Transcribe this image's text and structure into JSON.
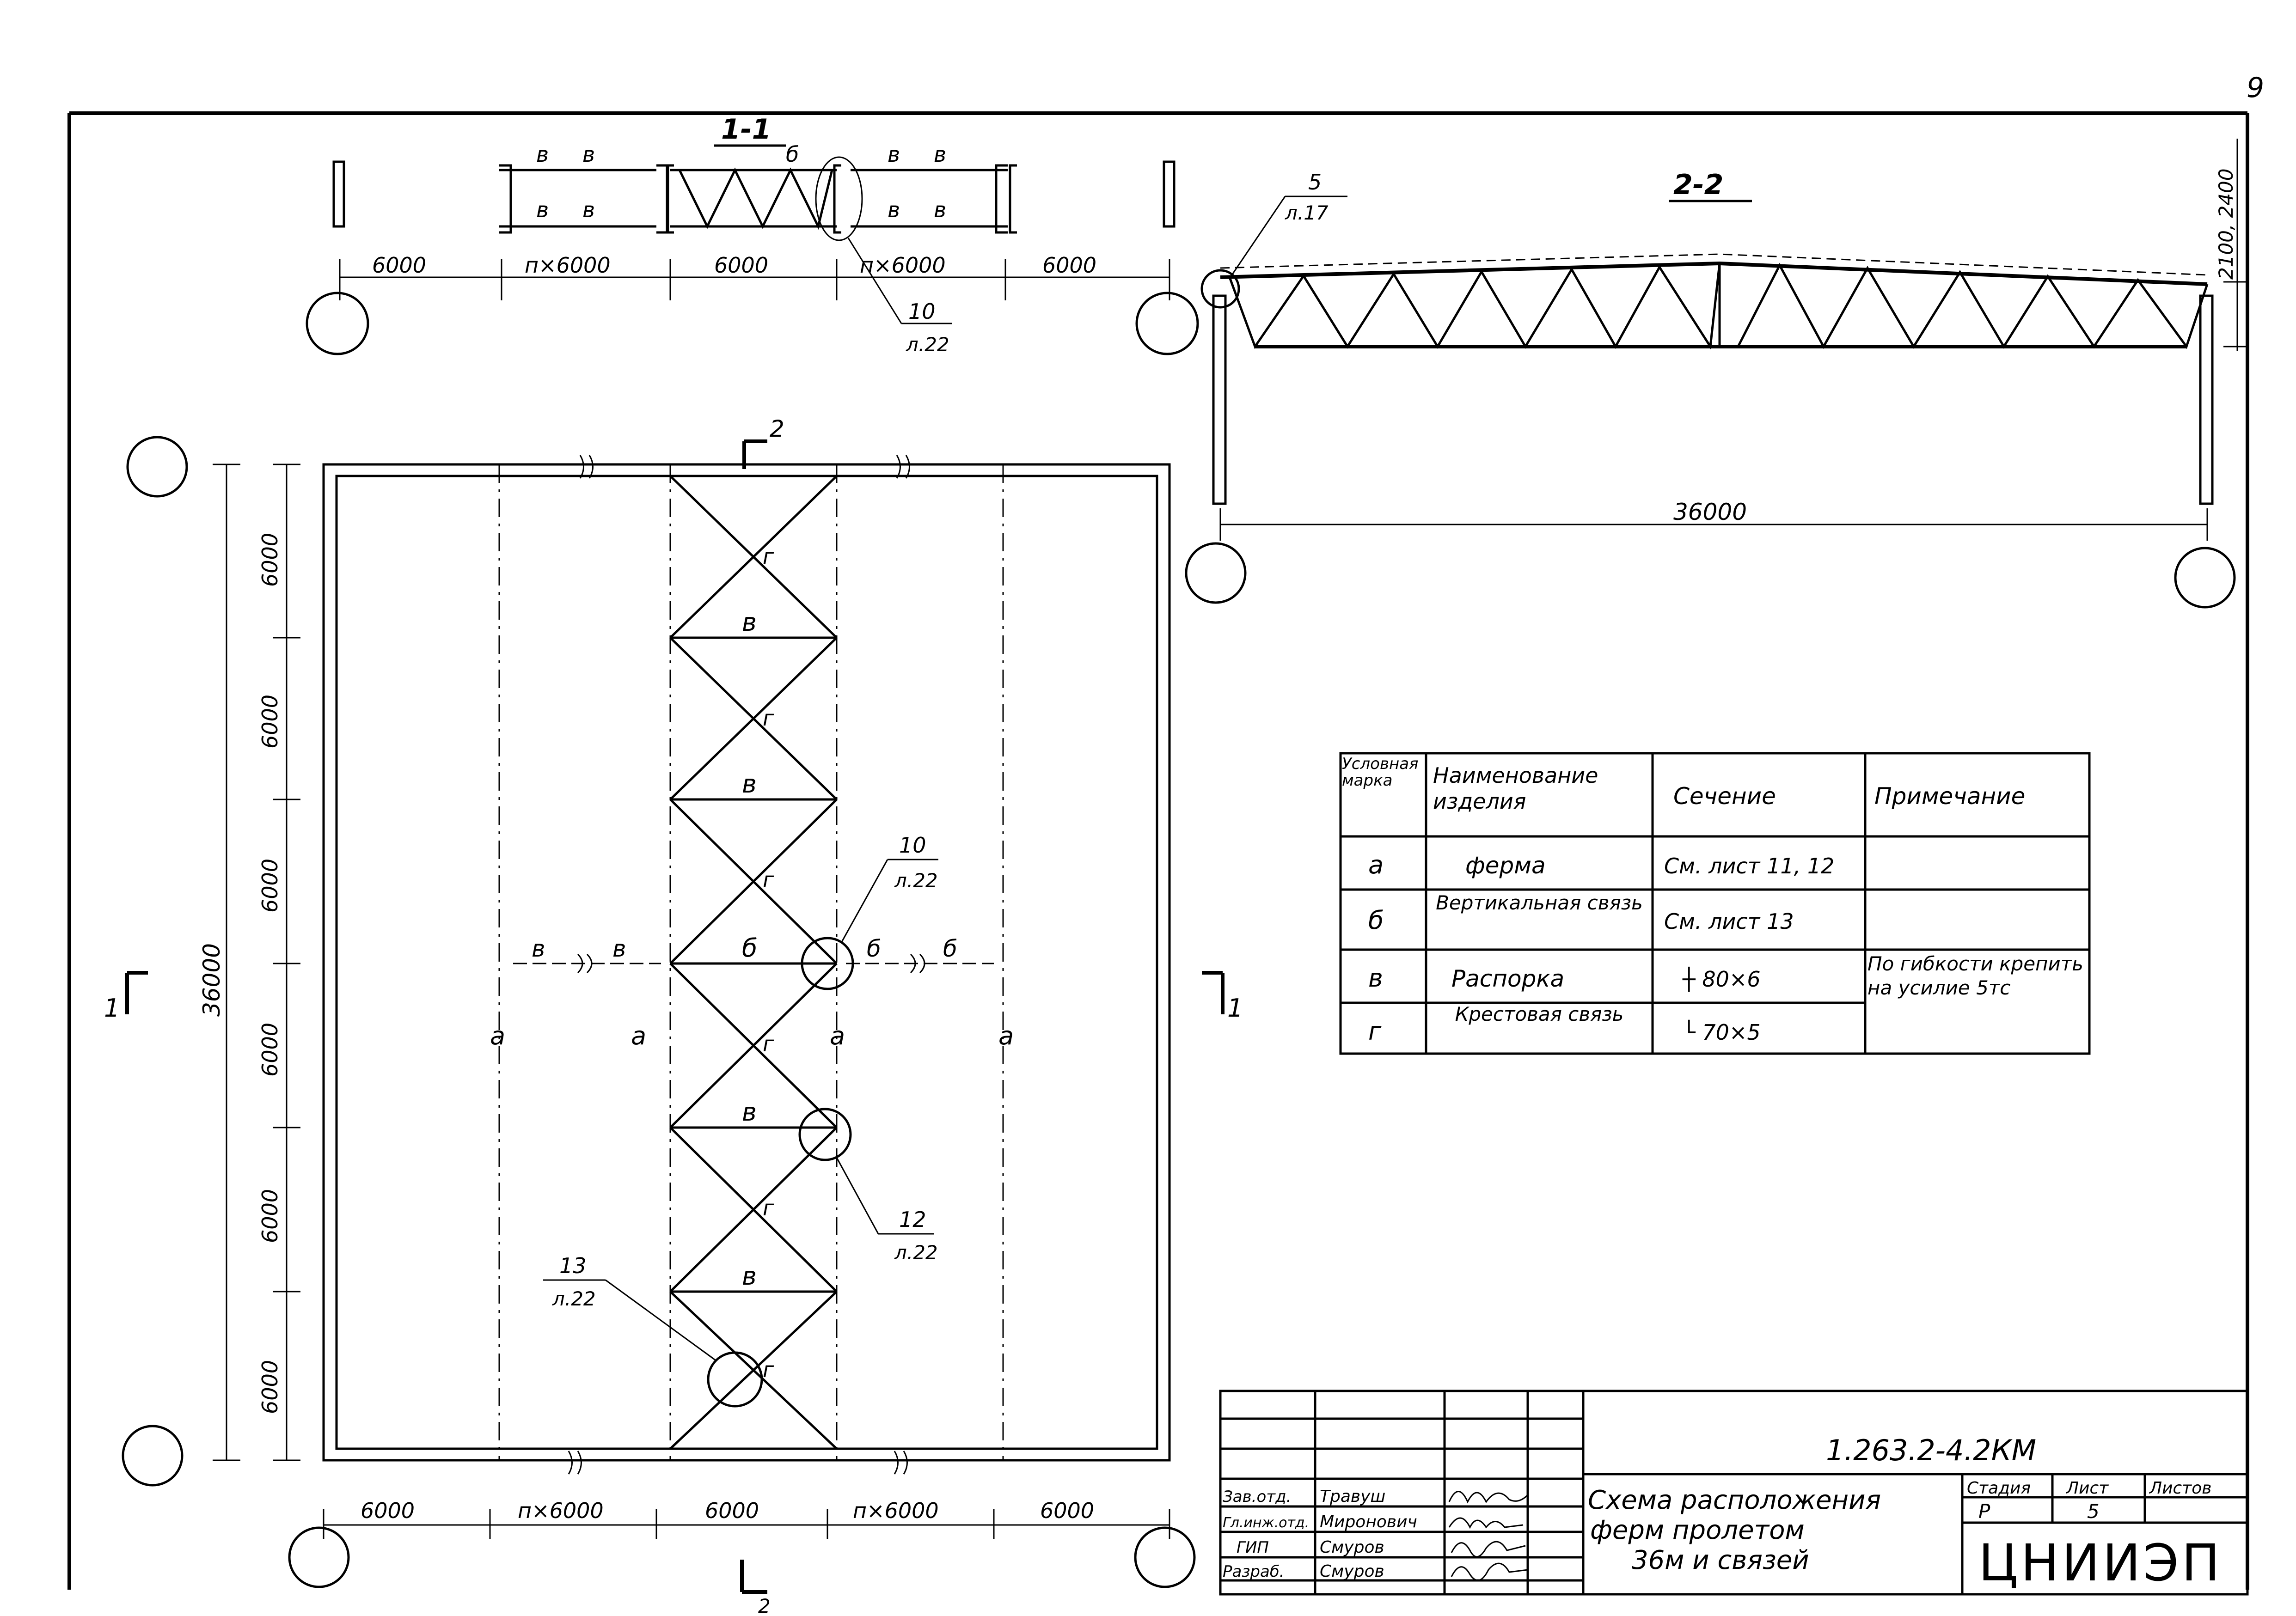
{
  "page_number": "9",
  "section_1_1": {
    "title": "1-1",
    "dims": [
      "6000",
      "п×6000",
      "6000",
      "п×6000",
      "6000"
    ],
    "marks": [
      "в",
      "в",
      "в",
      "в",
      "б",
      "в",
      "в",
      "в",
      "в"
    ],
    "callout": {
      "num": "10",
      "sheet": "л.22"
    }
  },
  "section_2_2": {
    "title": "2-2",
    "span": "36000",
    "height_dim": "2100, 2400",
    "callout": {
      "num": "5",
      "sheet": "л.17"
    }
  },
  "plan": {
    "top_dims": [
      "6000",
      "п×6000",
      "6000",
      "п×6000",
      "6000"
    ],
    "left_dims": [
      "6000",
      "6000",
      "6000",
      "6000",
      "6000",
      "6000"
    ],
    "total_dim": "36000",
    "cut_left": "1",
    "cut_right": "1",
    "cut_top": "2",
    "cut_bottom": "2",
    "truss_marks": [
      "а",
      "а",
      "а",
      "а"
    ],
    "cross_marks": [
      "г",
      "г",
      "г",
      "г",
      "г",
      "г"
    ],
    "strut_marks": [
      "в",
      "в",
      "б",
      "в",
      "в"
    ],
    "mid_marks": [
      "в",
      "в",
      "б",
      "б"
    ],
    "callouts": [
      {
        "num": "10",
        "sheet": "л.22"
      },
      {
        "num": "12",
        "sheet": "л.22"
      },
      {
        "num": "13",
        "sheet": "л.22"
      }
    ]
  },
  "table": {
    "headers": [
      "Условная марка",
      "Наименование изделия",
      "Сечение",
      "Примечание"
    ],
    "rows": [
      {
        "mark": "а",
        "name": "ферма",
        "section": "См. лист 11, 12"
      },
      {
        "mark": "б",
        "name": "Вертикальная связь",
        "section": "См. лист 13"
      },
      {
        "mark": "в",
        "name": "Распорка",
        "section": "┼ 80×6"
      },
      {
        "mark": "г",
        "name": "Крестовая связь",
        "section": "└ 70×5"
      }
    ],
    "note": "По гибкости крепить на усилие 5тс"
  },
  "title_block": {
    "code": "1.263.2-4.2КМ",
    "title_line1": "Схема расположения",
    "title_line2": "ферм пролетом",
    "title_line3": "36м и связей",
    "stage_label": "Стадия",
    "sheet_label": "Лист",
    "sheets_label": "Листов",
    "stage": "Р",
    "sheet": "5",
    "sheets": "",
    "org": "ЦНИИЭП",
    "signers": [
      {
        "role": "Зав.отд.",
        "name": "Травуш"
      },
      {
        "role": "Гл.инж.отд.",
        "name": "Миронович"
      },
      {
        "role": "ГИП",
        "name": "Смуров"
      },
      {
        "role": "Разраб.",
        "name": "Смуров"
      }
    ]
  }
}
